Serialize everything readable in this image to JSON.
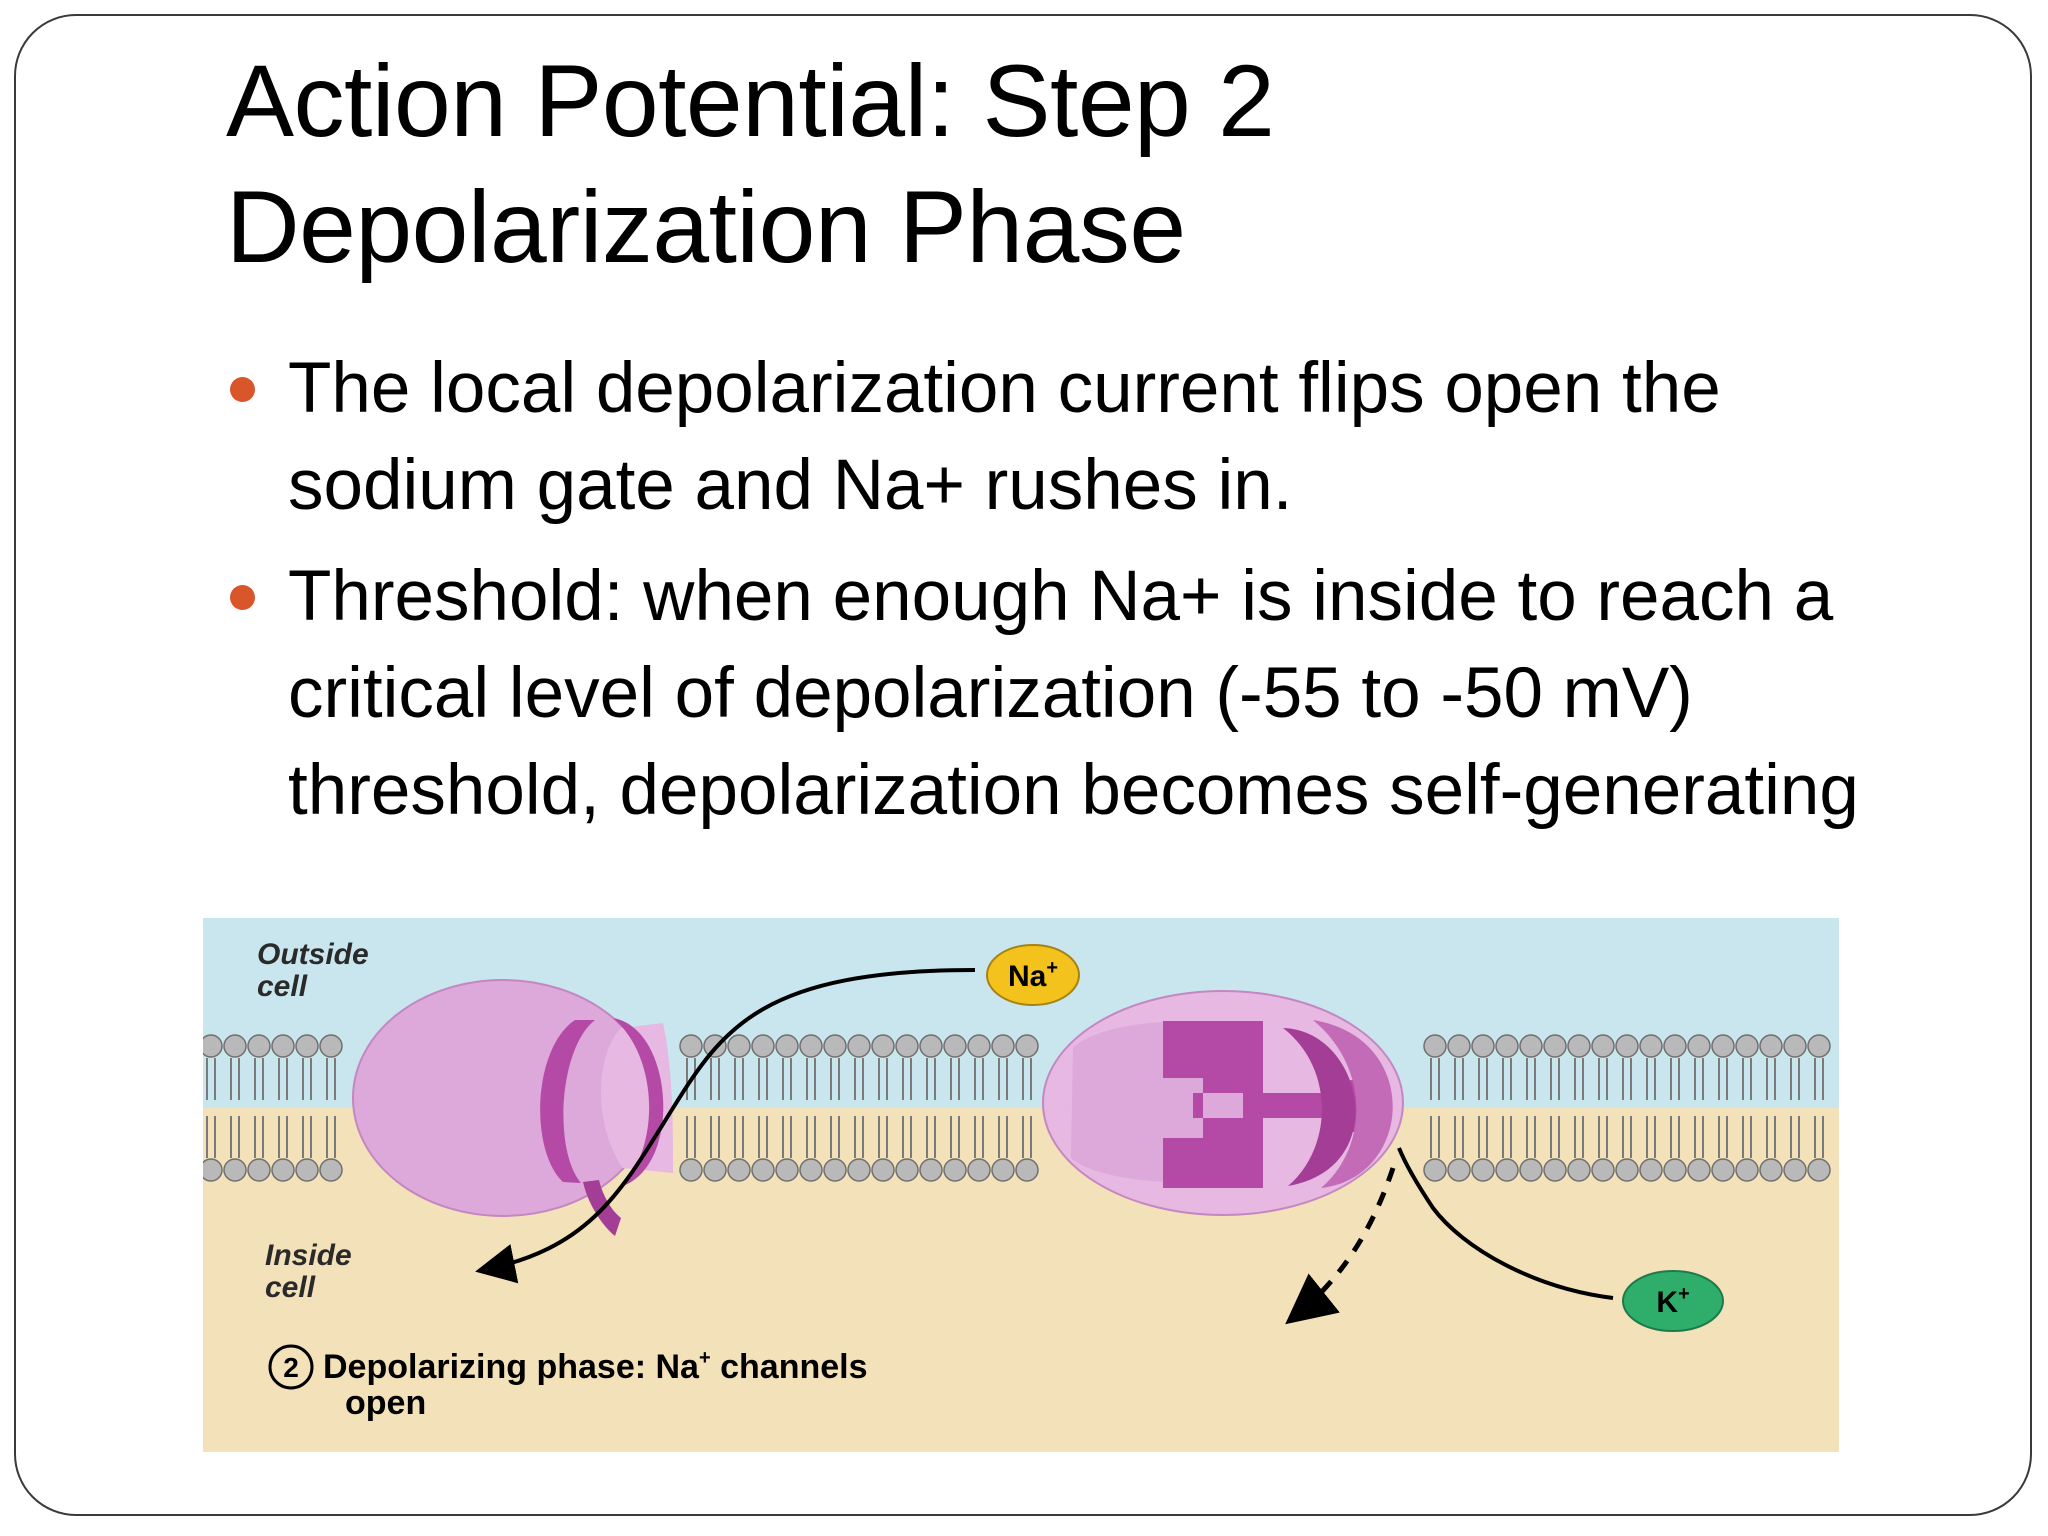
{
  "slide": {
    "title_line1": "Action Potential: Step 2",
    "title_line2": "Depolarization Phase",
    "bullets": [
      "The local depolarization current flips open the sodium gate and Na+ rushes in.",
      "Threshold: when enough Na+ is inside to reach a critical level of depolarization (-55 to -50 mV) threshold, depolarization becomes self-generating"
    ]
  },
  "diagram": {
    "outside_label_1": "Outside",
    "outside_label_2": "cell",
    "inside_label_1": "Inside",
    "inside_label_2": "cell",
    "na_ion_base": "Na",
    "na_ion_charge": "+",
    "k_ion_base": "K",
    "k_ion_charge": "+",
    "step_number": "2",
    "caption_part1": "Depolarizing phase: Na",
    "caption_sup": "+",
    "caption_part2": " channels",
    "caption_line2": "open",
    "colors": {
      "outside_fill": "#c9e6ef",
      "inside_fill": "#f2e1b9",
      "channel_light": "#dda8da",
      "channel_dark": "#b54aa6",
      "na_ion": "#f3c21c",
      "k_ion": "#2fae6b",
      "bullet": "#d9552a"
    }
  }
}
